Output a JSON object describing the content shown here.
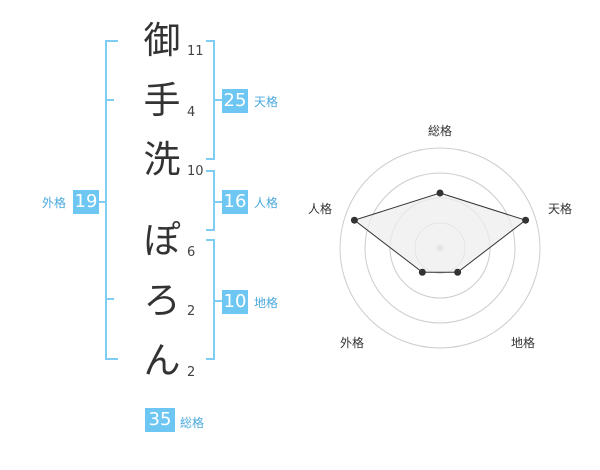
{
  "name_chars": [
    "御",
    "手",
    "洗",
    "ぽ",
    "ろ",
    "ん"
  ],
  "strokes": [
    "11",
    "4",
    "10",
    "6",
    "2",
    "2"
  ],
  "fortunes": {
    "tenkaku": {
      "value": "25",
      "label": "天格"
    },
    "jinkaku": {
      "value": "16",
      "label": "人格"
    },
    "chikaku": {
      "value": "10",
      "label": "地格"
    },
    "gaikaku": {
      "value": "19",
      "label": "外格"
    },
    "soukaku": {
      "value": "35",
      "label": "総格"
    }
  },
  "chart_data": {
    "type": "radar",
    "axes": [
      "総格",
      "天格",
      "地格",
      "外格",
      "人格"
    ],
    "values": [
      0.55,
      0.9,
      0.3,
      0.3,
      0.9
    ],
    "range": [
      0,
      1
    ],
    "rings": 4,
    "colors": {
      "fill": "#eeeeee",
      "line": "#333333",
      "grid": "#cccccc",
      "center": "#cccccc"
    }
  },
  "colors": {
    "accent": "#6ec6f3",
    "bracket": "#7fcdf3",
    "label": "#4aa8dd"
  }
}
